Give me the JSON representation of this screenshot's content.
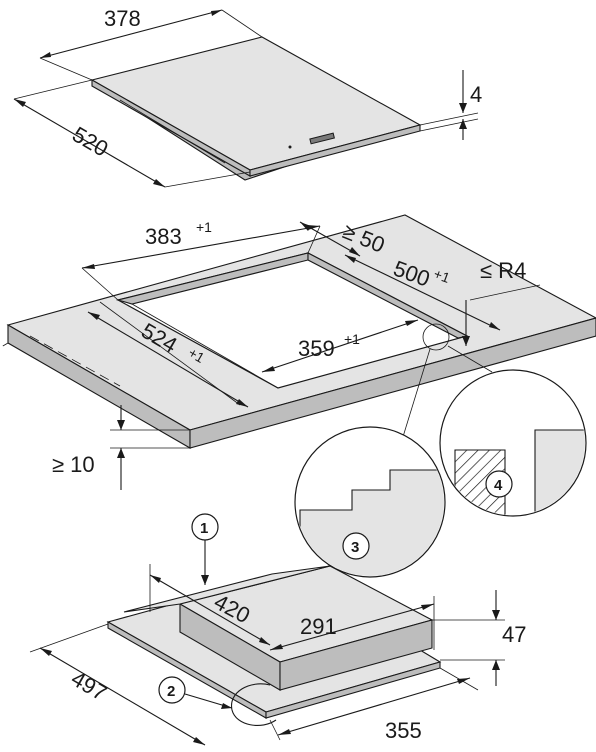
{
  "hob": {
    "width": "378",
    "depth": "520",
    "thickness": "4"
  },
  "cutout": {
    "width": "383",
    "width_tol": "+1",
    "depth": "524",
    "depth_tol": "+1",
    "min_distance_rear": "≥ 50",
    "rear_offset": "500",
    "rear_offset_tol": "+1",
    "radius": "≤ R4",
    "inner_width": "359",
    "inner_width_tol": "+1",
    "worktop_min": "≥ 10"
  },
  "unit": {
    "depth_top": "420",
    "width_top": "291",
    "height": "47",
    "depth_base": "497",
    "width_base": "355"
  },
  "callouts": [
    "1",
    "2",
    "3",
    "4"
  ]
}
